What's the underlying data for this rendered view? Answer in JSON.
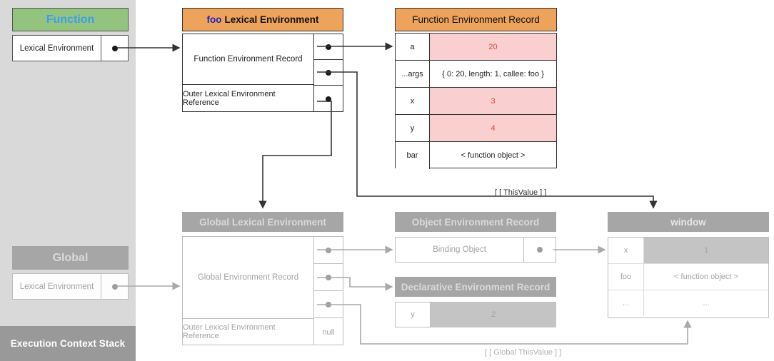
{
  "stack": {
    "footer_label": "Execution Context Stack",
    "frames": [
      {
        "title": "Function",
        "row_label": "Lexical Environment"
      },
      {
        "title": "Global",
        "row_label": "Lexical Environment"
      }
    ]
  },
  "foo_env": {
    "title_keyword": "foo",
    "title_rest": "Lexical Environment",
    "record_label": "Function Environment Record",
    "outer_label": "Outer Lexical Environment Reference"
  },
  "function_environment_record": {
    "title": "Function Environment Record",
    "rows": [
      {
        "key": "a",
        "value": "20",
        "highlight": true
      },
      {
        "key": "...args",
        "value": "{ 0: 20, length: 1, callee: foo }",
        "highlight": false
      },
      {
        "key": "x",
        "value": "3",
        "highlight": true
      },
      {
        "key": "y",
        "value": "4",
        "highlight": true
      },
      {
        "key": "bar",
        "value": "< function object >",
        "highlight": false
      }
    ]
  },
  "global_env": {
    "title": "Global Lexical Environment",
    "record_label": "Global Environment Record",
    "outer_label": "Outer Lexical Environment Reference",
    "outer_value": "null"
  },
  "object_environment_record": {
    "title": "Object Environment Record",
    "binding_object_label": "Binding Object"
  },
  "declarative_environment_record": {
    "title": "Declarative Environment Record",
    "rows": [
      {
        "key": "y",
        "value": "2"
      }
    ]
  },
  "window_object": {
    "title": "window",
    "rows": [
      {
        "key": "x",
        "value": "1",
        "shade": true
      },
      {
        "key": "foo",
        "value": "< function object >",
        "shade": false
      },
      {
        "key": "...",
        "value": "...",
        "shade": false
      }
    ]
  },
  "annotations": {
    "this_value": "[ [ ThisValue ] ]",
    "global_this_value": "[ [ Global ThisValue ] ]"
  },
  "colors": {
    "function_chip_bg": "#93c47d",
    "function_chip_text": "#3d9cf4",
    "orange_chip_bg": "#eda35a",
    "grey_chip_bg": "#a6a6a6",
    "highlight_cell_bg": "#f9cfcf",
    "highlight_cell_text": "#e8443b",
    "stack_panel_bg": "#d9d9d9",
    "stack_footer_bg": "#999999"
  }
}
